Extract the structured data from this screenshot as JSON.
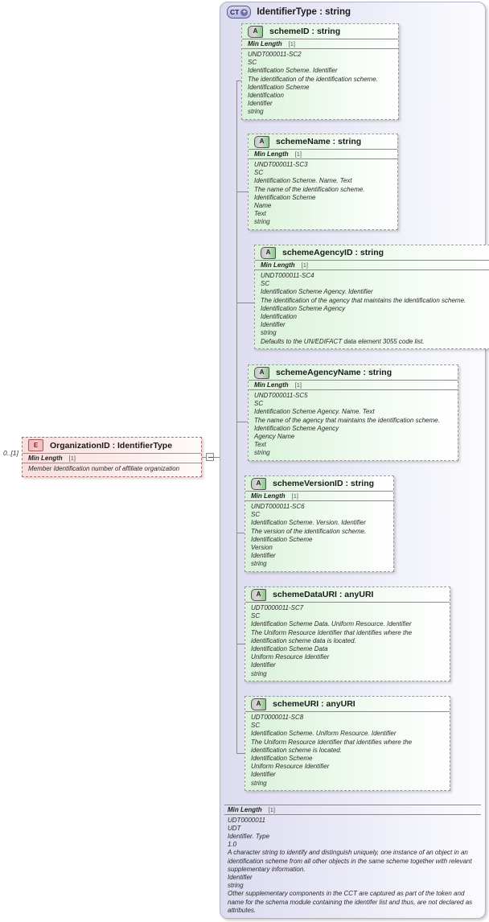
{
  "container": {
    "badge": "CT",
    "badge_icon": "plus-icon",
    "title": "IdentifierType : string",
    "facet": {
      "name": "Min Length",
      "value": "[1]"
    },
    "doc_lines": [
      "UDT0000011",
      "UDT",
      "Identifier. Type",
      "1.0",
      "A character string to identify and distinguish uniquely, one instance of an object in an identification scheme from all other objects in the same scheme together with relevant supplementary information.",
      "Identifier",
      "string",
      "Other supplementary components in the CCT are captured as part of the token and name for the schema module containing the identifer list and thus, are not declared as attributes."
    ]
  },
  "element": {
    "badge": "E",
    "cardinality": "0..[1]",
    "title": "OrganizationID : IdentifierType",
    "facet": {
      "name": "Min Length",
      "value": "[1]"
    },
    "doc": "Member Identification number of affiliate organization"
  },
  "attributes": [
    {
      "badge": "A",
      "title": "schemeID : string",
      "facet": {
        "name": "Min Length",
        "value": "[1]"
      },
      "doc_lines": [
        "UNDT000011-SC2",
        "SC",
        "Identification Scheme. Identifier",
        "The identification of the identification scheme.",
        "Identification Scheme",
        "Identification",
        "Identifier",
        "string"
      ]
    },
    {
      "badge": "A",
      "title": "schemeName : string",
      "facet": {
        "name": "Min Length",
        "value": "[1]"
      },
      "doc_lines": [
        "UNDT000011-SC3",
        "SC",
        "Identification Scheme. Name. Text",
        "The name of the identification scheme.",
        "Identification Scheme",
        "Name",
        "Text",
        "string"
      ]
    },
    {
      "badge": "A",
      "title": "schemeAgencyID : string",
      "facet": {
        "name": "Min Length",
        "value": "[1]"
      },
      "doc_lines": [
        "UNDT000011-SC4",
        "SC",
        "Identification Scheme Agency. Identifier",
        "The identification of the agency that maintains the identification scheme.",
        "Identification Scheme Agency",
        "Identification",
        "Identifier",
        "string",
        "Defaults to the UN/EDIFACT data element 3055 code list."
      ]
    },
    {
      "badge": "A",
      "title": "schemeAgencyName : string",
      "facet": {
        "name": "Min Length",
        "value": "[1]"
      },
      "doc_lines": [
        "UNDT000011-SC5",
        "SC",
        "Identification Scheme Agency. Name. Text",
        "The name of the agency that maintains the identification scheme.",
        "Identification Scheme Agency",
        "Agency Name",
        "Text",
        "string"
      ]
    },
    {
      "badge": "A",
      "title": "schemeVersionID : string",
      "facet": {
        "name": "Min Length",
        "value": "[1]"
      },
      "doc_lines": [
        "UNDT000011-SC6",
        "SC",
        "Identification Scheme. Version. Identifier",
        "The version of the identification scheme.",
        "Identification Scheme",
        "Version",
        "Identifier",
        "string"
      ]
    },
    {
      "badge": "A",
      "title": "schemeDataURI : anyURI",
      "facet": null,
      "doc_lines": [
        "UDT0000011-SC7",
        "SC",
        "Identification Scheme Data. Uniform Resource. Identifier",
        "The Uniform Resource Identifier that identifies where the identification scheme data is located.",
        "Identification Scheme Data",
        "Uniform Resource Identifier",
        "Identifier",
        "string"
      ]
    },
    {
      "badge": "A",
      "title": "schemeURI : anyURI",
      "facet": null,
      "doc_lines": [
        "UDT0000011-SC8",
        "SC",
        "Identification Scheme. Uniform Resource. Identifier",
        "The Uniform Resource Identifier that identifies where the identification scheme is located.",
        "Identification Scheme",
        "Uniform Resource Identifier",
        "Identifier",
        "string"
      ]
    }
  ],
  "colors": {
    "container_bg": "#e4e4f3",
    "attribute_bg": "#ddf3dd",
    "element_bg": "#fadede",
    "border": "#9a9a9a"
  }
}
